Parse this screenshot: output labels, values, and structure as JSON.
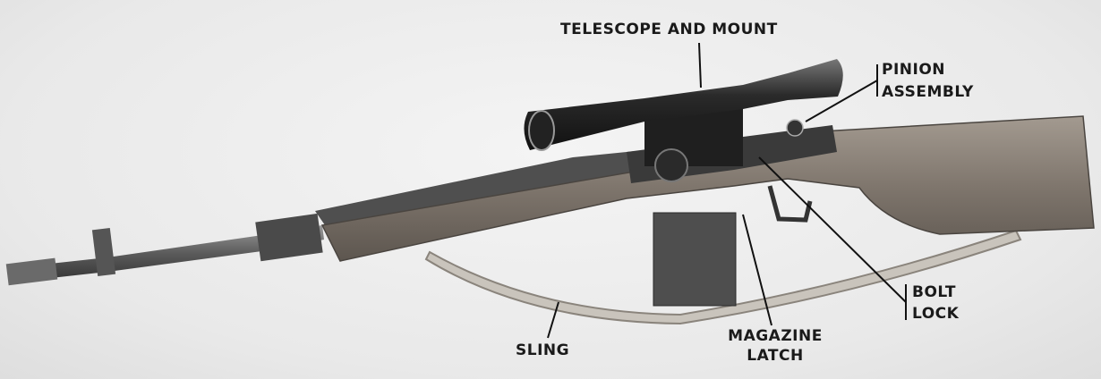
{
  "labels": {
    "telescope": "TELESCOPE AND MOUNT",
    "pinion_line1": "PINION",
    "pinion_line2": "ASSEMBLY",
    "bolt_line1": "BOLT",
    "bolt_line2": "LOCK",
    "magazine_line1": "MAGAZINE",
    "magazine_line2": "LATCH",
    "sling": "SLING"
  }
}
